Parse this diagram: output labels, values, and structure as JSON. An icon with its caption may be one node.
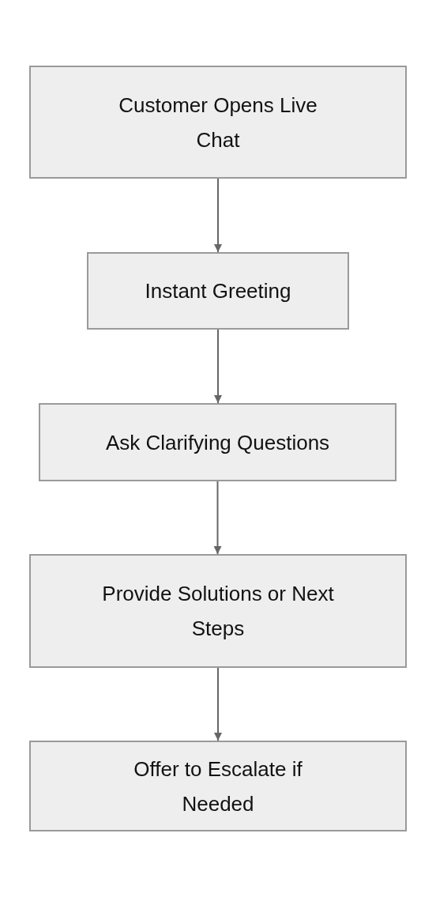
{
  "diagram": {
    "nodes": [
      {
        "text": [
          "Customer Opens Live Chat"
        ]
      },
      {
        "text": [
          "Instant Greeting"
        ]
      },
      {
        "text": [
          "Ask Clarifying Questions"
        ]
      },
      {
        "text": [
          "Provide Solutions or Next Steps"
        ]
      },
      {
        "text": [
          "Offer to Escalate if Needed"
        ]
      }
    ],
    "edges": [
      {
        "from": 0,
        "to": 1,
        "arrow": "to"
      },
      {
        "from": 1,
        "to": 2,
        "arrow": "to"
      },
      {
        "from": 2,
        "to": 3,
        "arrow": "to"
      },
      {
        "from": 3,
        "to": 4,
        "arrow": "to"
      }
    ]
  }
}
